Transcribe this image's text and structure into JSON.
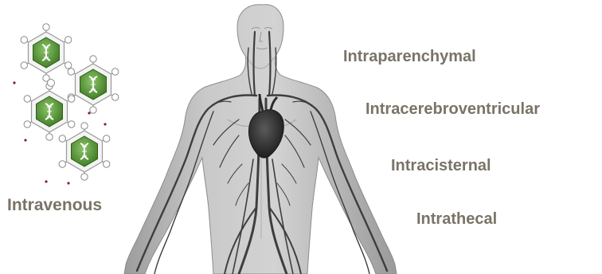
{
  "routes": {
    "intravenous": "Intravenous",
    "intraparenchymal": "Intraparenchymal",
    "intracerebroventricular": "Intracerebroventricular",
    "intracisternal": "Intracisternal",
    "intrathecal": "Intrathecal"
  },
  "icons": {
    "gene_vector": "dna-helix-hexagon-icon"
  },
  "colors": {
    "label_text": "#7a7367",
    "body_fill": "#b9b9b9",
    "vessel": "#3e3e3e",
    "hexagon_green": "#5a9a3a",
    "dot": "#8a1a4a"
  }
}
